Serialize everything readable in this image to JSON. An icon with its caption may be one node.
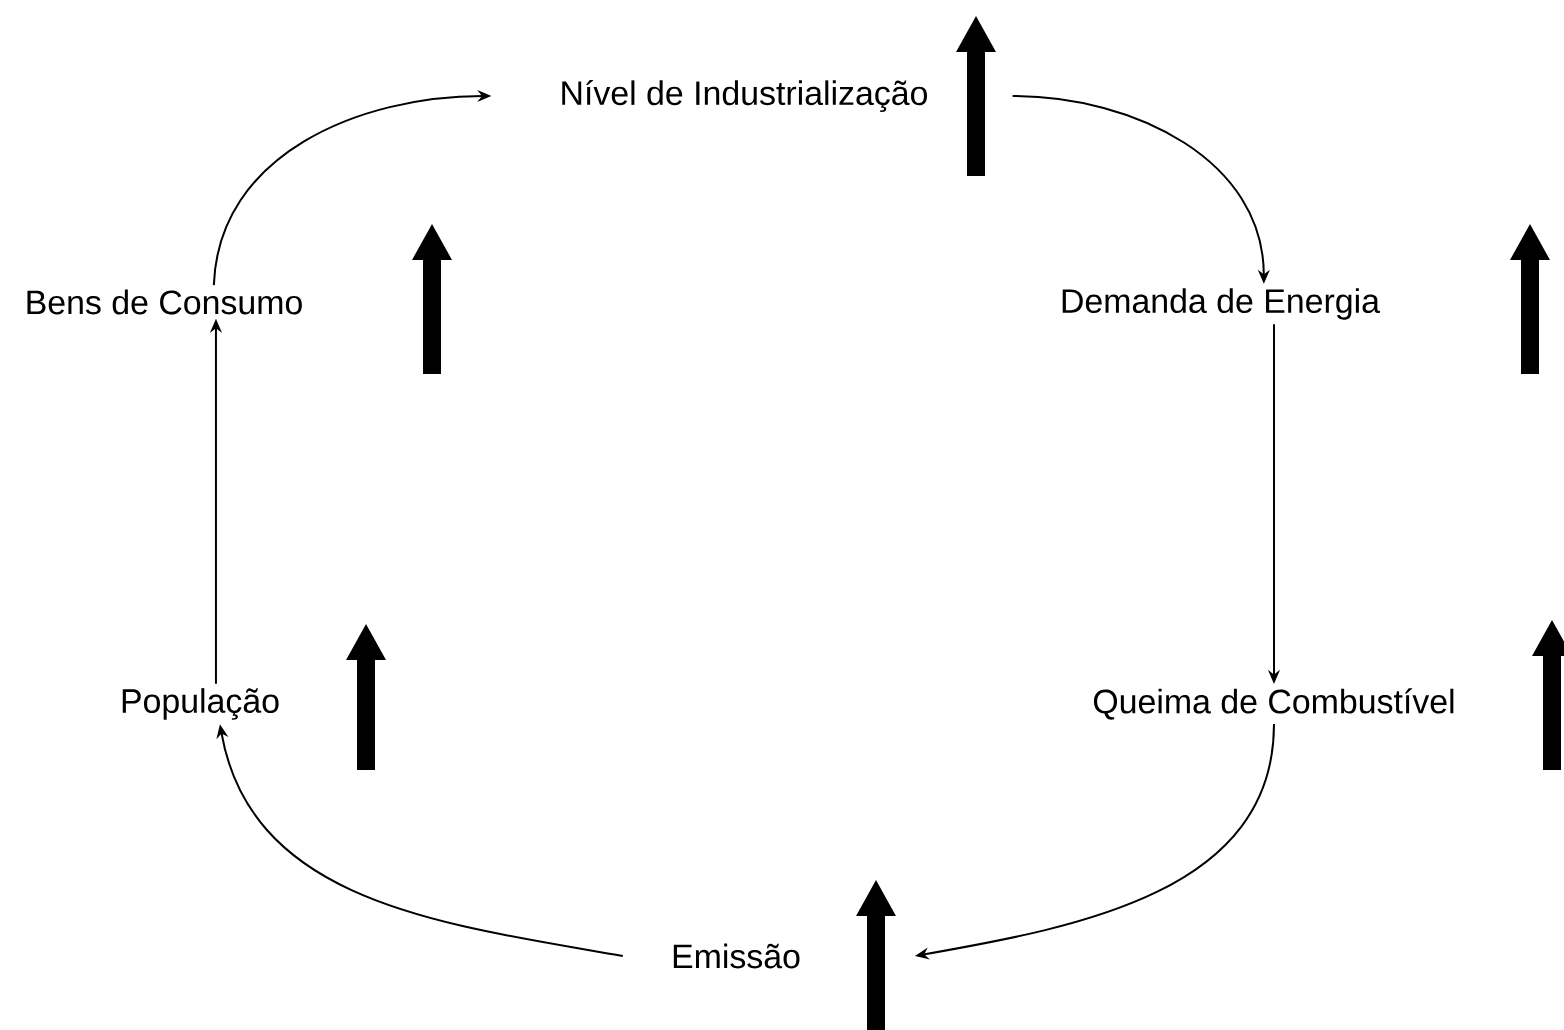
{
  "diagram": {
    "nodes": [
      {
        "text": [
          "Nível de Industrialização"
        ]
      },
      {
        "text": [
          "Demanda de Energia"
        ]
      },
      {
        "text": [
          "Queima de Combustível"
        ]
      },
      {
        "text": [
          "Emissão"
        ]
      },
      {
        "text": [
          "População"
        ]
      },
      {
        "text": [
          "Bens de Consumo"
        ]
      }
    ],
    "edges": [
      {
        "from": 5,
        "to": 0,
        "arrow": "to"
      },
      {
        "from": 0,
        "to": 1,
        "arrow": "to"
      },
      {
        "from": 1,
        "to": 2,
        "arrow": "to"
      },
      {
        "from": 2,
        "to": 3,
        "arrow": "to"
      },
      {
        "from": 3,
        "to": 4,
        "arrow": "to"
      },
      {
        "from": 4,
        "to": 5,
        "arrow": "to"
      }
    ]
  }
}
